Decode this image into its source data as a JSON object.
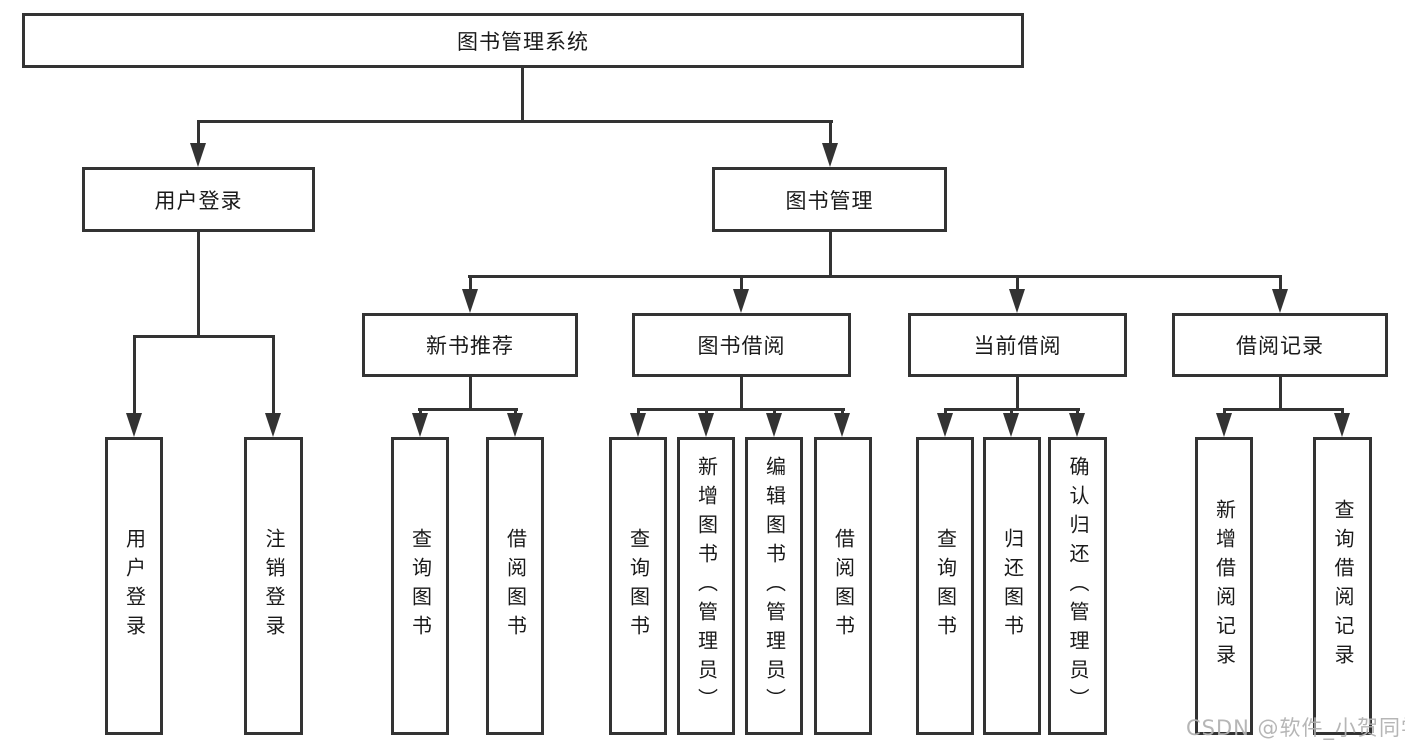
{
  "diagram": {
    "type": "tree",
    "root": {
      "label": "图书管理系统"
    },
    "level1": [
      {
        "label": "用户登录"
      },
      {
        "label": "图书管理"
      }
    ],
    "level2": [
      {
        "label": "新书推荐",
        "parent": "图书管理"
      },
      {
        "label": "图书借阅",
        "parent": "图书管理"
      },
      {
        "label": "当前借阅",
        "parent": "图书管理"
      },
      {
        "label": "借阅记录",
        "parent": "图书管理"
      }
    ],
    "leaves": [
      {
        "label": "用户登录",
        "parent": "用户登录"
      },
      {
        "label": "注销登录",
        "parent": "用户登录"
      },
      {
        "label": "查询图书",
        "parent": "新书推荐"
      },
      {
        "label": "借阅图书",
        "parent": "新书推荐"
      },
      {
        "label": "查询图书",
        "parent": "图书借阅"
      },
      {
        "label": "新增图书（管理员）",
        "parent": "图书借阅"
      },
      {
        "label": "编辑图书（管理员）",
        "parent": "图书借阅"
      },
      {
        "label": "借阅图书",
        "parent": "图书借阅"
      },
      {
        "label": "查询图书",
        "parent": "当前借阅"
      },
      {
        "label": "归还图书",
        "parent": "当前借阅"
      },
      {
        "label": "确认归还（管理员）",
        "parent": "当前借阅"
      },
      {
        "label": "新增借阅记录",
        "parent": "借阅记录"
      },
      {
        "label": "查询借阅记录",
        "parent": "借阅记录"
      }
    ],
    "colors": {
      "line": "#333333",
      "box_fill": "#ffffff",
      "text": "#1a1a1a",
      "watermark": "#b2b2b2"
    },
    "watermark": {
      "text": "CSDN @软件_小贺同学"
    }
  }
}
